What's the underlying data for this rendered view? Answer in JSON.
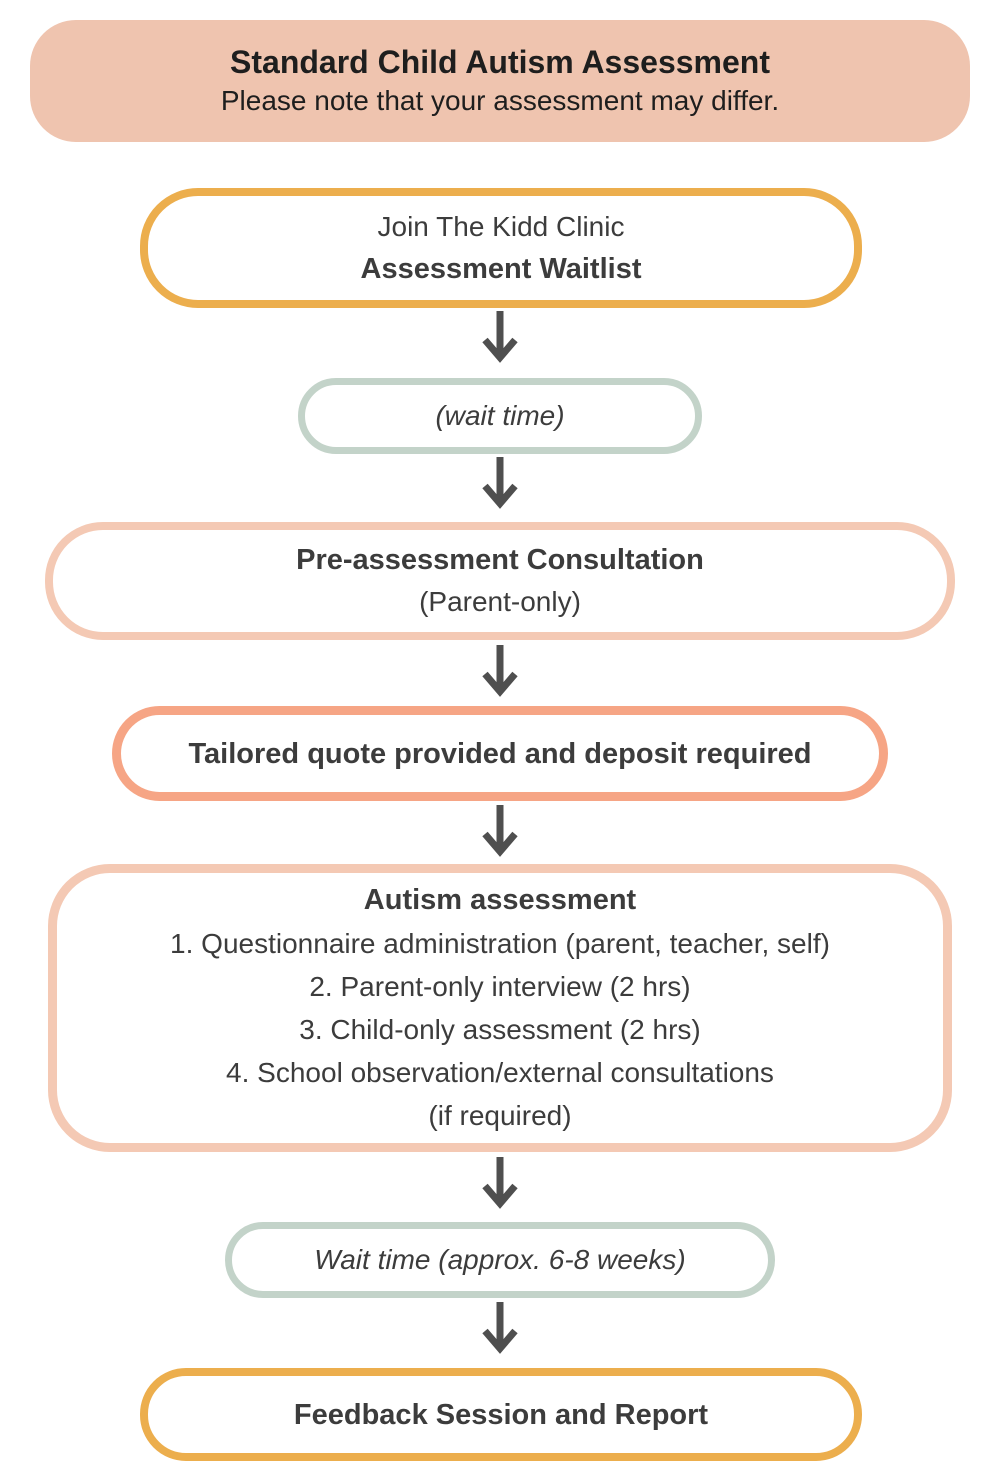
{
  "header": {
    "title": "Standard Child Autism Assessment",
    "subtitle": "Please note that your assessment may differ.",
    "bg_color": "#EFC4AF",
    "text_color": "#1E1E1E"
  },
  "colors": {
    "orange_border": "#ECAE4D",
    "sage_border": "#C3D3C9",
    "pink_border": "#F4C9B4",
    "salmon_border": "#F6A585",
    "box_text": "#3C3C3C",
    "arrow": "#4F4F4F",
    "background": "#FFFFFF"
  },
  "flow": {
    "arrow_icon": "down-arrow",
    "steps": [
      {
        "name": "join-waitlist",
        "border_color": "#ECAE4D",
        "lines": [
          {
            "text": "Join The Kidd Clinic",
            "emphasis": "regular"
          },
          {
            "text": "Assessment Waitlist",
            "emphasis": "bold"
          }
        ]
      },
      {
        "name": "wait-time",
        "border_color": "#C3D3C9",
        "lines": [
          {
            "text": "(wait time)",
            "emphasis": "italic"
          }
        ]
      },
      {
        "name": "pre-assessment-consultation",
        "border_color": "#F4C9B4",
        "lines": [
          {
            "text": "Pre-assessment Consultation",
            "emphasis": "bold"
          },
          {
            "text": "(Parent-only)",
            "emphasis": "regular"
          }
        ]
      },
      {
        "name": "tailored-quote",
        "border_color": "#F6A585",
        "lines": [
          {
            "text": "Tailored quote provided and deposit required",
            "emphasis": "bold"
          }
        ]
      },
      {
        "name": "autism-assessment",
        "border_color": "#F4C9B4",
        "lines": [
          {
            "text": "Autism assessment",
            "emphasis": "bold"
          },
          {
            "text": "1. Questionnaire administration (parent, teacher, self)",
            "emphasis": "regular"
          },
          {
            "text": "2. Parent-only interview (2 hrs)",
            "emphasis": "regular"
          },
          {
            "text": "3. Child-only assessment (2 hrs)",
            "emphasis": "regular"
          },
          {
            "text": "4. School observation/external consultations",
            "emphasis": "regular"
          },
          {
            "text": "(if required)",
            "emphasis": "regular"
          }
        ]
      },
      {
        "name": "wait-time-2",
        "border_color": "#C3D3C9",
        "lines": [
          {
            "text": "Wait time (approx. 6-8 weeks)",
            "emphasis": "italic"
          }
        ]
      },
      {
        "name": "feedback-session",
        "border_color": "#ECAE4D",
        "lines": [
          {
            "text": "Feedback Session and Report",
            "emphasis": "bold"
          }
        ]
      }
    ]
  }
}
